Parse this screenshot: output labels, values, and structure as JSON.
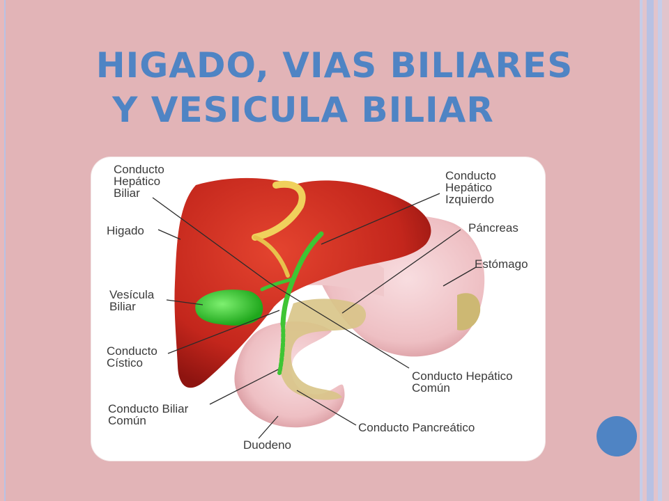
{
  "slide": {
    "title_line1": "HIGADO, VIAS BILIARES",
    "title_line2": "Y VESICULA BILIAR"
  },
  "diagram": {
    "labels": {
      "conducto_hepatico_biliar": "Conducto\nHepático\nBiliar",
      "higado": "Higado",
      "vesicula_biliar": "Vesícula\nBiliar",
      "conducto_cistico": "Conducto\nCístico",
      "conducto_biliar_comun": "Conducto Biliar\nComún",
      "duodeno": "Duodeno",
      "conducto_hepatico_izquierdo": "Conducto\nHepático\nIzquierdo",
      "pancreas": "Páncreas",
      "estomago": "Estómago",
      "conducto_hepatico_comun": "Conducto Hepático\nComún",
      "conducto_pancreatico": "Conducto Pancreático"
    }
  },
  "colors": {
    "title": "#4f84c4",
    "background": "#e2b4b7",
    "accent_dot": "#4f84c4",
    "liver": "#c3261c",
    "gallbladder": "#35c12c",
    "stomach": "#efc3c6",
    "pancreas": "#d8c487"
  }
}
